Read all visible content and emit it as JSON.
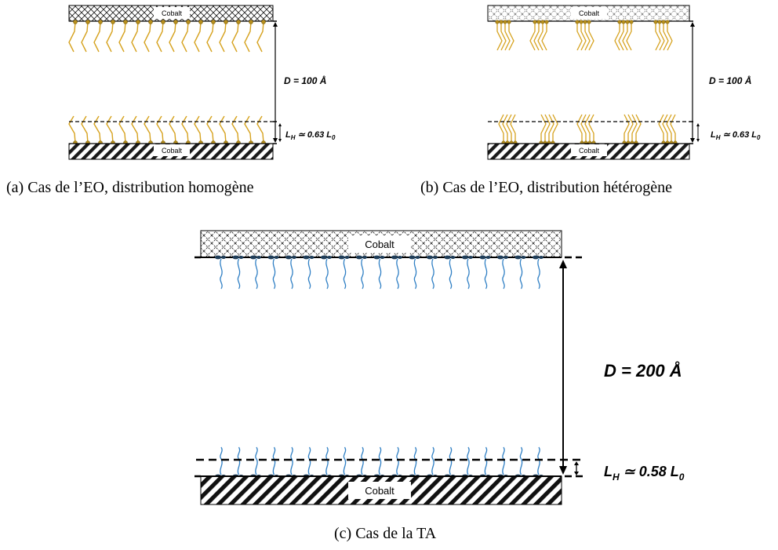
{
  "panel_a": {
    "substrate_top": "Cobalt",
    "substrate_bottom": "Cobalt",
    "distance_label": "D = 100 Å",
    "height_label": {
      "main": "L",
      "sub1": "H",
      "rel": " ≃ 0.63 L",
      "sub2": "0"
    },
    "caption": "(a) Cas de l’EO, distribution homogène"
  },
  "panel_b": {
    "substrate_top": "Cobalt",
    "substrate_bottom": "Cobalt",
    "distance_label": "D = 100 Å",
    "height_label": {
      "main": "L",
      "sub1": "H",
      "rel": " ≃ 0.63 L",
      "sub2": "0"
    },
    "caption": "(b) Cas de l’EO, distribution hétérogène"
  },
  "panel_c": {
    "substrate_top": "Cobalt",
    "substrate_bottom": "Cobalt",
    "distance_label": "D = 200 Å",
    "height_label": {
      "main": "L",
      "sub1": "H",
      "rel": " ≃ 0.58 L",
      "sub2": "0"
    },
    "caption": "(c) Cas de la TA"
  },
  "colors": {
    "chain_eo": "#d6a21e",
    "anchor_eo": "#8a6a12",
    "chain_ta": "#2f7fc4",
    "anchor_ta": "#1f3e5a",
    "line": "#000000"
  }
}
